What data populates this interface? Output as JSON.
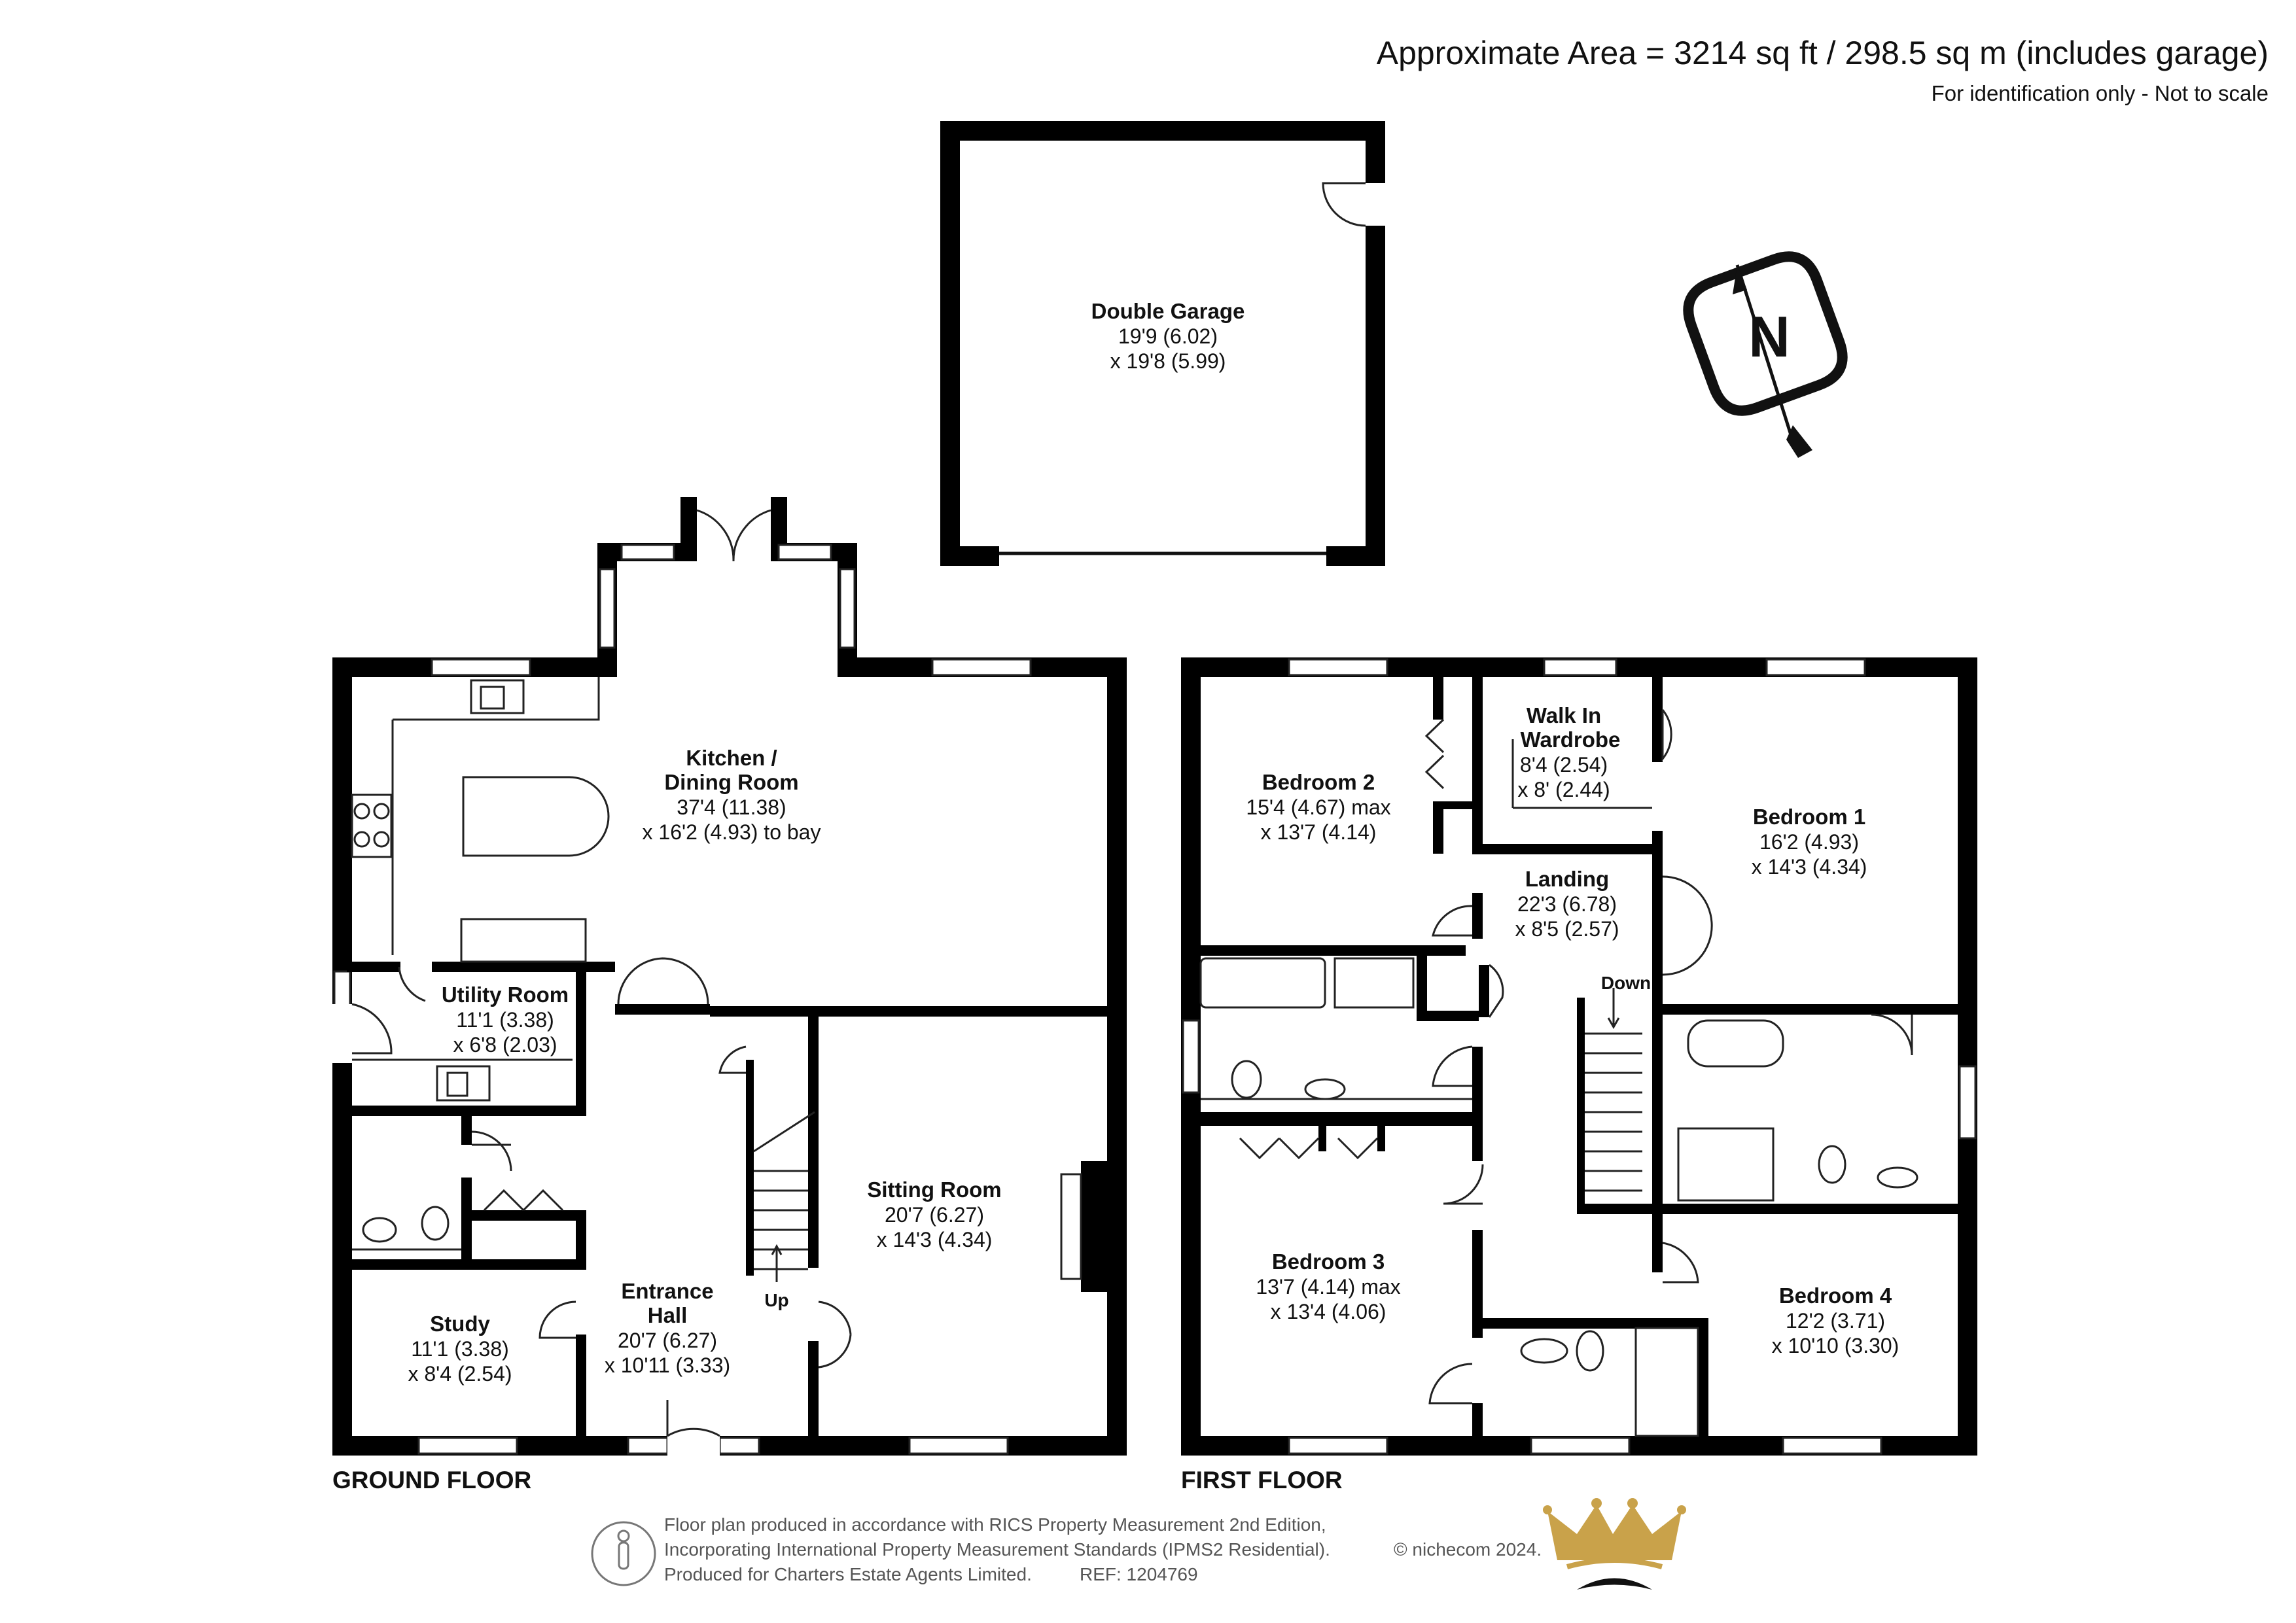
{
  "header": {
    "area": "Approximate Area = 3214 sq ft / 298.5 sq m (includes garage)",
    "disclaimer": "For identification only - Not to scale"
  },
  "compass": {
    "letter": "N",
    "icon": "north-compass-icon"
  },
  "garage": {
    "name": "Double Garage",
    "dim1": "19'9 (6.02)",
    "dim2": "x 19'8 (5.99)"
  },
  "ground_floor": {
    "label": "GROUND FLOOR",
    "rooms": {
      "kitchen": {
        "name1": "Kitchen /",
        "name2": "Dining Room",
        "dim1": "37'4 (11.38)",
        "dim2": "x 16'2 (4.93) to bay"
      },
      "utility": {
        "name": "Utility Room",
        "dim1": "11'1 (3.38)",
        "dim2": "x 6'8 (2.03)"
      },
      "sitting": {
        "name": "Sitting Room",
        "dim1": "20'7 (6.27)",
        "dim2": "x 14'3 (4.34)"
      },
      "study": {
        "name": "Study",
        "dim1": "11'1 (3.38)",
        "dim2": "x 8'4 (2.54)"
      },
      "hall": {
        "name1": "Entrance",
        "name2": "Hall",
        "dim1": "20'7 (6.27)",
        "dim2": "x 10'11 (3.33)"
      }
    },
    "stairs_label": "Up"
  },
  "first_floor": {
    "label": "FIRST FLOOR",
    "rooms": {
      "bedroom2": {
        "name": "Bedroom 2",
        "dim1": "15'4 (4.67) max",
        "dim2": "x 13'7 (4.14)"
      },
      "walkin": {
        "name1": "Walk In",
        "name2": "Wardrobe",
        "dim1": "8'4 (2.54)",
        "dim2": "x 8' (2.44)"
      },
      "bedroom1": {
        "name": "Bedroom 1",
        "dim1": "16'2 (4.93)",
        "dim2": "x 14'3 (4.34)"
      },
      "landing": {
        "name": "Landing",
        "dim1": "22'3 (6.78)",
        "dim2": "x 8'5 (2.57)"
      },
      "bedroom3": {
        "name": "Bedroom 3",
        "dim1": "13'7 (4.14) max",
        "dim2": "x 13'4 (4.06)"
      },
      "bedroom4": {
        "name": "Bedroom 4",
        "dim1": "12'2 (3.71)",
        "dim2": "x 10'10 (3.30)"
      }
    },
    "stairs_label": "Down"
  },
  "footer": {
    "line1": "Floor plan produced in accordance with RICS Property Measurement 2nd Edition,",
    "line2": "Incorporating International Property Measurement Standards (IPMS2 Residential).",
    "copyright": "© nichecom 2024.",
    "line3": "Produced for Charters Estate Agents Limited.",
    "ref": "REF: 1204769",
    "logo_icon": "crown-logo-icon",
    "person_icon": "person-scale-icon"
  },
  "colors": {
    "wall": "#000000",
    "text": "#111111",
    "logo_gold": "#c9a24a"
  }
}
